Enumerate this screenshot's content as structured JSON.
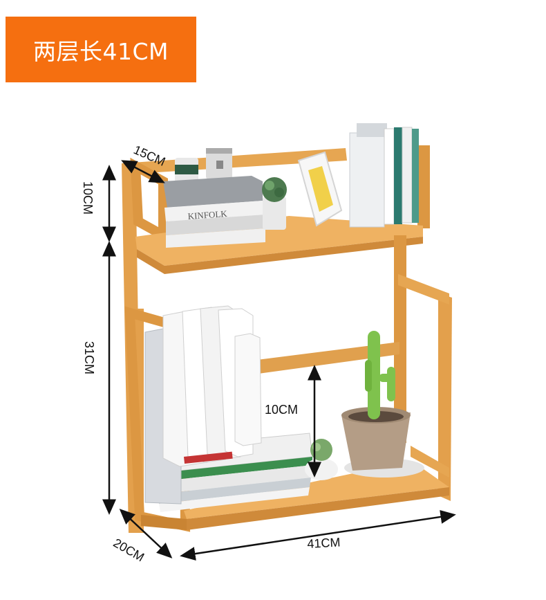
{
  "banner": {
    "title": "两层长41CM"
  },
  "dimensions": {
    "shelf_depth": "15CM",
    "top_height": "10CM",
    "total_height": "31CM",
    "inner_height": "10CM",
    "base_depth": "20CM",
    "width": "41CM"
  },
  "book_spine_text": "KINFOLK",
  "colors": {
    "banner": "#f56f10",
    "wood": "#e4a04b",
    "wood_dark": "#c98433",
    "pot": "#b49d86",
    "cactus": "#7fc24d"
  }
}
